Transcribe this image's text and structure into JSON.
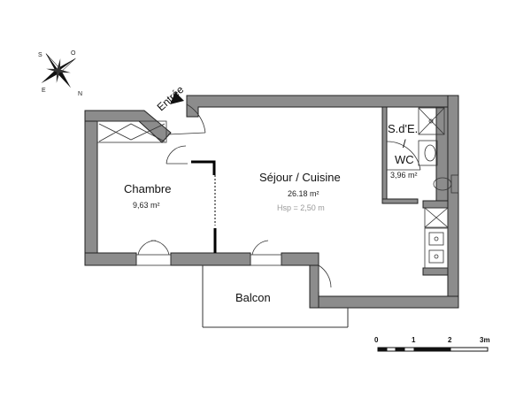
{
  "entrance": {
    "label": "Entrée"
  },
  "rooms": [
    {
      "name": "Chambre",
      "area": "9,63 m²"
    },
    {
      "name": "Séjour / Cuisine",
      "area": "26.18 m²",
      "height": "Hsp = 2,50 m"
    },
    {
      "name_lines": [
        "S.d'E.",
        "/",
        "WC"
      ],
      "area": "3,96 m²"
    },
    {
      "name": "Balcon"
    }
  ],
  "scale_bar": {
    "labels": [
      "0",
      "1",
      "2",
      "3m"
    ]
  },
  "compass": {
    "labels": [
      "S",
      "O",
      "N",
      "E"
    ]
  }
}
